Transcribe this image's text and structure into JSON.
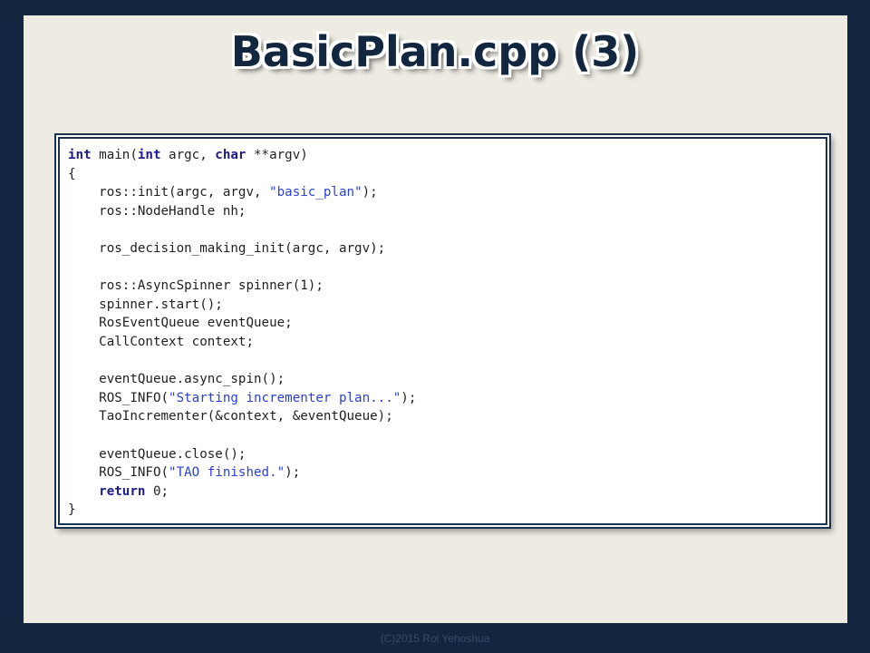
{
  "slide": {
    "title": "BasicPlan.cpp (3)",
    "footer": "(C)2015 Roi Yehoshua"
  },
  "code": {
    "lines": [
      [
        {
          "t": "kw",
          "v": "int"
        },
        {
          "t": "plain",
          "v": " main("
        },
        {
          "t": "kw",
          "v": "int"
        },
        {
          "t": "plain",
          "v": " argc, "
        },
        {
          "t": "kw",
          "v": "char"
        },
        {
          "t": "plain",
          "v": " **argv)"
        }
      ],
      [
        {
          "t": "plain",
          "v": "{"
        }
      ],
      [
        {
          "t": "plain",
          "v": "    ros::init(argc, argv, "
        },
        {
          "t": "str",
          "v": "\"basic_plan\""
        },
        {
          "t": "plain",
          "v": ");"
        }
      ],
      [
        {
          "t": "plain",
          "v": "    ros::NodeHandle nh;"
        }
      ],
      [
        {
          "t": "plain",
          "v": ""
        }
      ],
      [
        {
          "t": "plain",
          "v": "    ros_decision_making_init(argc, argv);"
        }
      ],
      [
        {
          "t": "plain",
          "v": ""
        }
      ],
      [
        {
          "t": "plain",
          "v": "    ros::AsyncSpinner spinner(1);"
        }
      ],
      [
        {
          "t": "plain",
          "v": "    spinner.start();"
        }
      ],
      [
        {
          "t": "plain",
          "v": "    RosEventQueue eventQueue;"
        }
      ],
      [
        {
          "t": "plain",
          "v": "    CallContext context;"
        }
      ],
      [
        {
          "t": "plain",
          "v": ""
        }
      ],
      [
        {
          "t": "plain",
          "v": "    eventQueue.async_spin();"
        }
      ],
      [
        {
          "t": "plain",
          "v": "    ROS_INFO("
        },
        {
          "t": "str",
          "v": "\"Starting incrementer plan...\""
        },
        {
          "t": "plain",
          "v": ");"
        }
      ],
      [
        {
          "t": "plain",
          "v": "    TaoIncrementer(&context, &eventQueue);"
        }
      ],
      [
        {
          "t": "plain",
          "v": ""
        }
      ],
      [
        {
          "t": "plain",
          "v": "    eventQueue.close();"
        }
      ],
      [
        {
          "t": "plain",
          "v": "    ROS_INFO("
        },
        {
          "t": "str",
          "v": "\"TAO finished.\""
        },
        {
          "t": "plain",
          "v": ");"
        }
      ],
      [
        {
          "t": "kw",
          "v": "    return"
        },
        {
          "t": "plain",
          "v": " 0;"
        }
      ],
      [
        {
          "t": "plain",
          "v": "}"
        }
      ]
    ]
  }
}
